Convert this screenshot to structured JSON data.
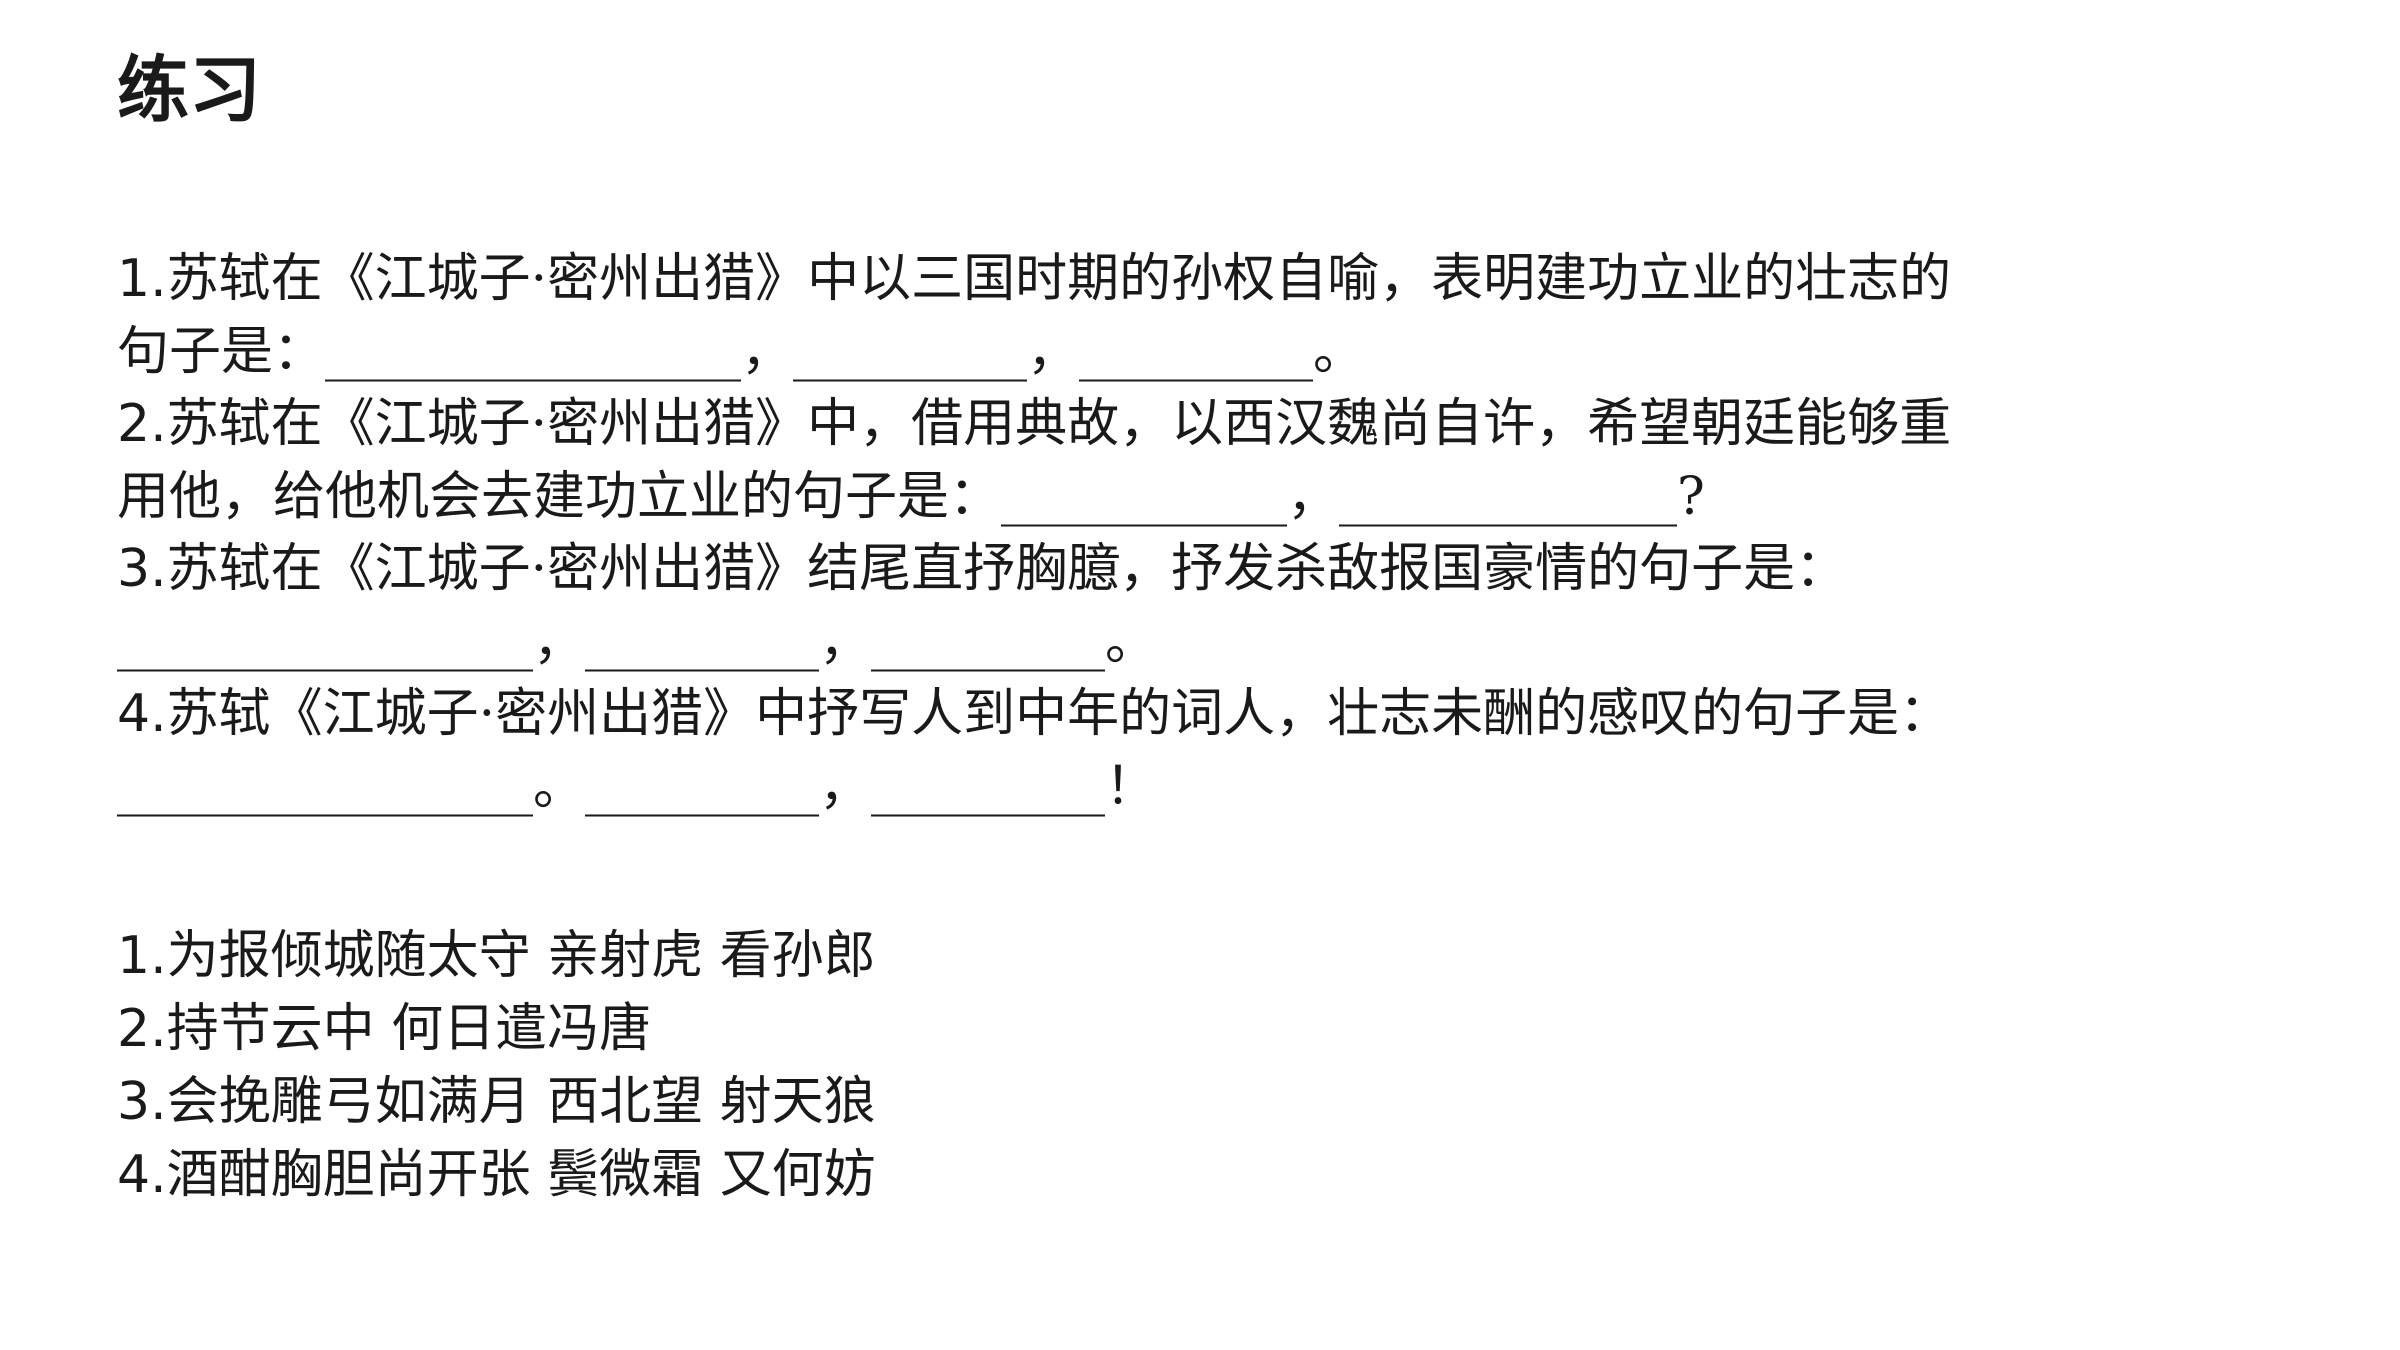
{
  "slide": {
    "title": "练习"
  },
  "questions": [
    {
      "number": "1.",
      "text": "苏轼在《江城子·密州出猎》中以三国时期的孙权自喻，表明建功立业的壮志的"
    },
    {
      "number": "",
      "text": "句子是：________________，_________，_________。"
    },
    {
      "number": "2.",
      "text": "苏轼在《江城子·密州出猎》中，借用典故，以西汉魏尚自许，希望朝廷能够重"
    },
    {
      "number": "",
      "text": "用他，给他机会去建功立业的句子是：___________，_____________?"
    },
    {
      "number": "3.",
      "text": "苏轼在《江城子·密州出猎》结尾直抒胸臆，抒发杀敌报国豪情的句子是："
    },
    {
      "number": "",
      "text": "________________，_________，_________。"
    },
    {
      "number": "4.",
      "text": "苏轼《江城子·密州出猎》中抒写人到中年的词人，壮志未酬的感叹的句子是："
    },
    {
      "number": "",
      "text": "________________。_________，_________！"
    }
  ],
  "answers": [
    {
      "number": "1.",
      "text": "为报倾城随太守 亲射虎 看孙郎"
    },
    {
      "number": "2.",
      "text": "持节云中 何日遣冯唐"
    },
    {
      "number": "3.",
      "text": "会挽雕弓如满月 西北望 射天狼"
    },
    {
      "number": "4.",
      "text": "酒酣胸胆尚开张 鬓微霜 又何妨"
    }
  ]
}
